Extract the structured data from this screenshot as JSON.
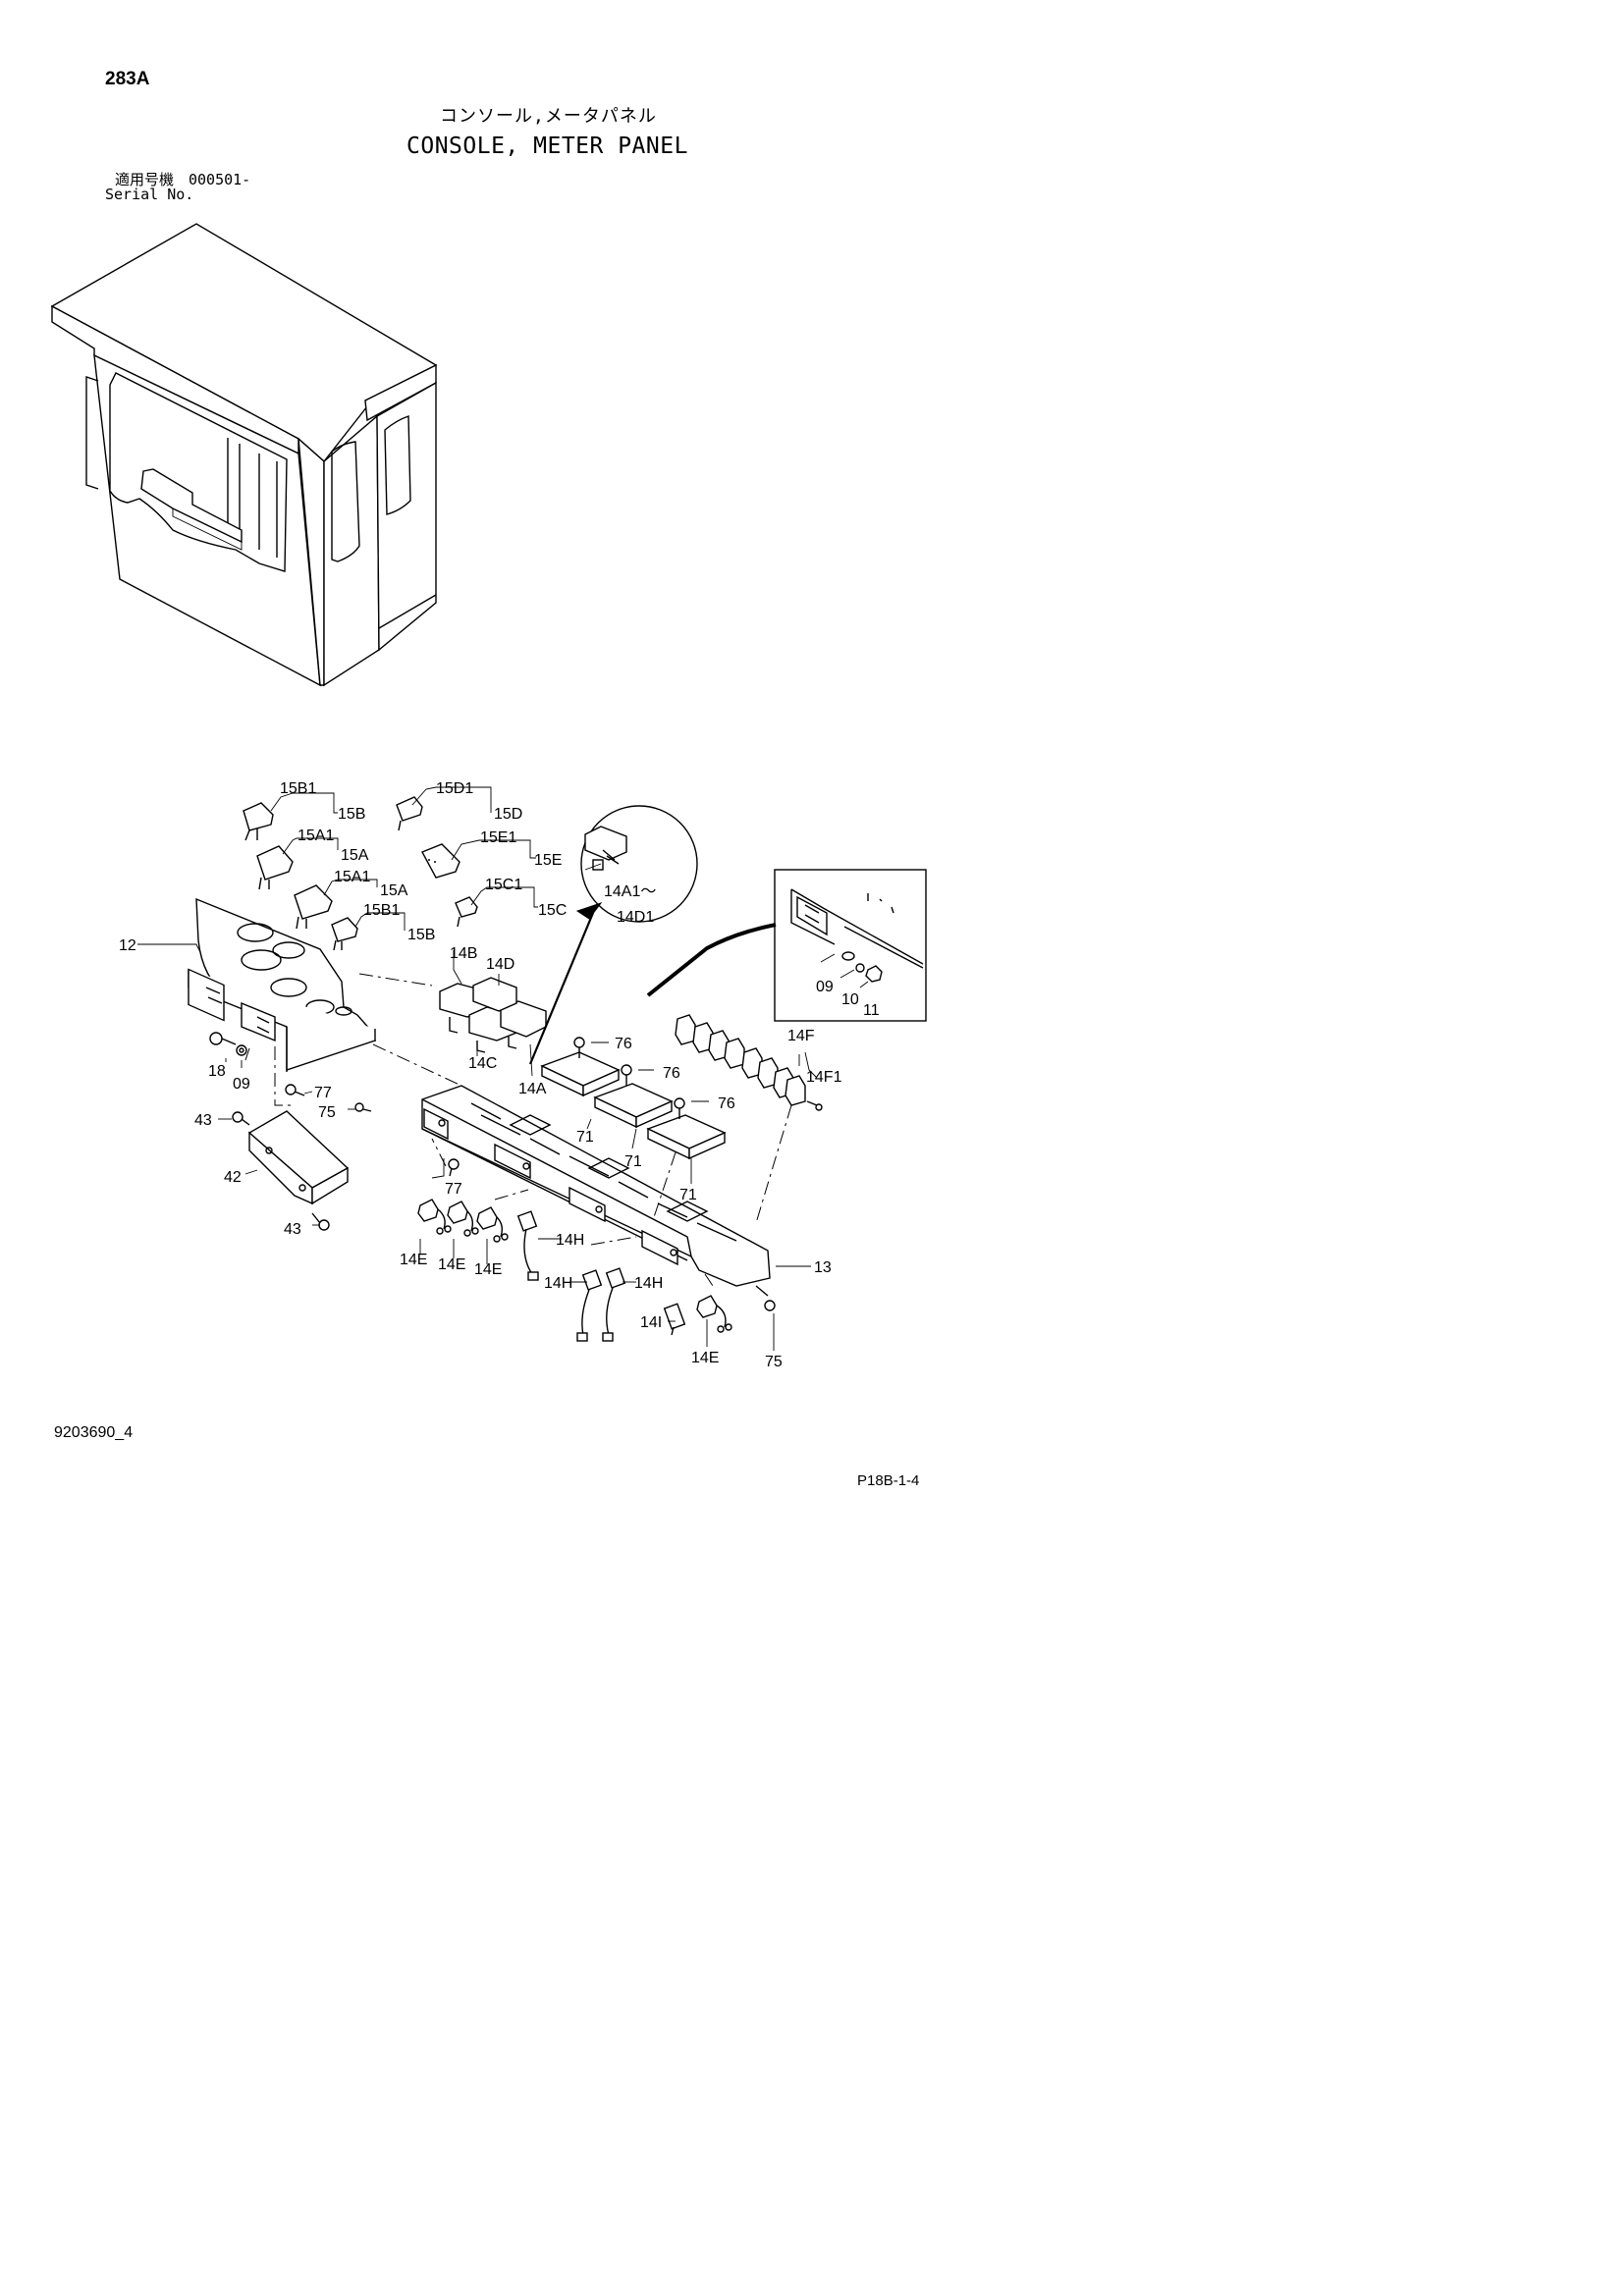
{
  "header": {
    "page_number": "283A",
    "title_jp": "コンソール,メータパネル",
    "title_en": "CONSOLE, METER PANEL",
    "serial_label_jp": "適用号機　000501-",
    "serial_label_en": "Serial No."
  },
  "callouts": [
    {
      "id": "c-15b1-a",
      "text": "15B1"
    },
    {
      "id": "c-15b-a",
      "text": "15B"
    },
    {
      "id": "c-15d1",
      "text": "15D1"
    },
    {
      "id": "c-15d",
      "text": "15D"
    },
    {
      "id": "c-15a1-a",
      "text": "15A1"
    },
    {
      "id": "c-15a-a",
      "text": "15A"
    },
    {
      "id": "c-15e1",
      "text": "15E1"
    },
    {
      "id": "c-15e",
      "text": "15E"
    },
    {
      "id": "c-15a1-b",
      "text": "15A1"
    },
    {
      "id": "c-15a-b",
      "text": "15A"
    },
    {
      "id": "c-15c1",
      "text": "15C1"
    },
    {
      "id": "c-15c",
      "text": "15C"
    },
    {
      "id": "c-15b1-b",
      "text": "15B1"
    },
    {
      "id": "c-15b-b",
      "text": "15B"
    },
    {
      "id": "c-14a1-14d1-a",
      "text": "14A1～"
    },
    {
      "id": "c-14a1-14d1-b",
      "text": "14D1"
    },
    {
      "id": "c-12",
      "text": "12"
    },
    {
      "id": "c-14b",
      "text": "14B"
    },
    {
      "id": "c-14d",
      "text": "14D"
    },
    {
      "id": "c-09-inset",
      "text": "09"
    },
    {
      "id": "c-10",
      "text": "10"
    },
    {
      "id": "c-11",
      "text": "11"
    },
    {
      "id": "c-18",
      "text": "18"
    },
    {
      "id": "c-09",
      "text": "09"
    },
    {
      "id": "c-14c",
      "text": "14C"
    },
    {
      "id": "c-14a",
      "text": "14A"
    },
    {
      "id": "c-76-a",
      "text": "76"
    },
    {
      "id": "c-76-b",
      "text": "76"
    },
    {
      "id": "c-76-c",
      "text": "76"
    },
    {
      "id": "c-14f",
      "text": "14F"
    },
    {
      "id": "c-14f1",
      "text": "14F1"
    },
    {
      "id": "c-77-a",
      "text": "77"
    },
    {
      "id": "c-75-a",
      "text": "75"
    },
    {
      "id": "c-43-a",
      "text": "43"
    },
    {
      "id": "c-42",
      "text": "42"
    },
    {
      "id": "c-71-a",
      "text": "71"
    },
    {
      "id": "c-71-b",
      "text": "71"
    },
    {
      "id": "c-71-c",
      "text": "71"
    },
    {
      "id": "c-77-b",
      "text": "77"
    },
    {
      "id": "c-43-b",
      "text": "43"
    },
    {
      "id": "c-14h-a",
      "text": "14H"
    },
    {
      "id": "c-14e-a",
      "text": "14E"
    },
    {
      "id": "c-14e-b",
      "text": "14E"
    },
    {
      "id": "c-14e-c",
      "text": "14E"
    },
    {
      "id": "c-14h-b",
      "text": "14H"
    },
    {
      "id": "c-14h-c",
      "text": "14H"
    },
    {
      "id": "c-14i",
      "text": "14I"
    },
    {
      "id": "c-14e-d",
      "text": "14E"
    },
    {
      "id": "c-13",
      "text": "13"
    },
    {
      "id": "c-75-b",
      "text": "75"
    }
  ],
  "footer": {
    "drawing_number": "9203690_4",
    "sheet_number": "P18B-1-4"
  }
}
